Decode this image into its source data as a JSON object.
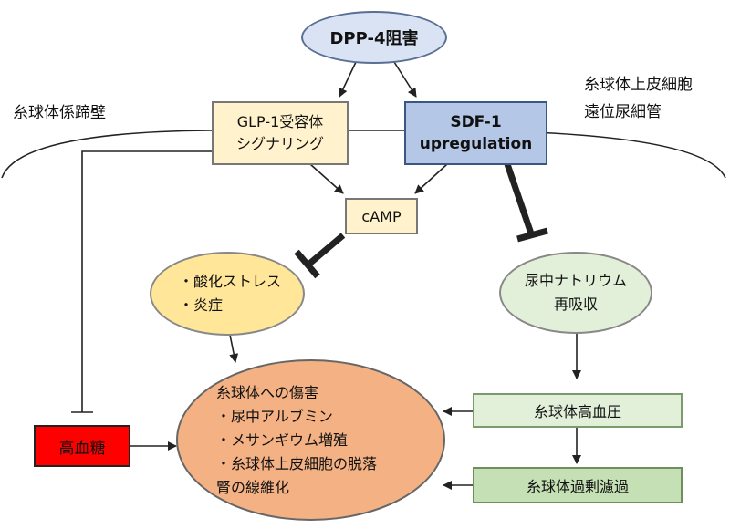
{
  "nodes": {
    "dpp4": "DPP-4阻害",
    "glp1": [
      "GLP-1受容体",
      "シグナリング"
    ],
    "sdf1": [
      "SDF-1",
      "upregulation"
    ],
    "camp": "cAMP",
    "oxidative": [
      "・酸化ストレス",
      "・炎症"
    ],
    "sodium": [
      "尿中ナトリウム",
      "再吸収"
    ],
    "injury": [
      "糸球体への傷害",
      "・尿中アルブミン",
      "・メサンギウム増殖",
      "・糸球体上皮細胞の脱落",
      "腎の線維化"
    ],
    "hyperglycemia": "高血糖",
    "glomerular_hypertension": "糸球体高血圧",
    "hyperfiltration": "糸球体過剰濾過"
  },
  "labels": {
    "glomerular_wall": "糸球体係蹄壁",
    "epithelial": [
      "糸球体上皮細胞",
      "遠位尿細管"
    ]
  },
  "colors": {
    "dpp4_fill": "#dae3f3",
    "glp1_fill": "#fff2cc",
    "sdf1_fill": "#b4c7e7",
    "camp_fill": "#fff2cc",
    "oxidative_fill": "#ffe699",
    "sodium_fill": "#e2f0d9",
    "injury_fill": "#f4b183",
    "hyperglycemia_fill": "#ff0000",
    "hypertension_fill": "#e2f0d9",
    "hyperfiltration_fill": "#c5e0b4"
  }
}
